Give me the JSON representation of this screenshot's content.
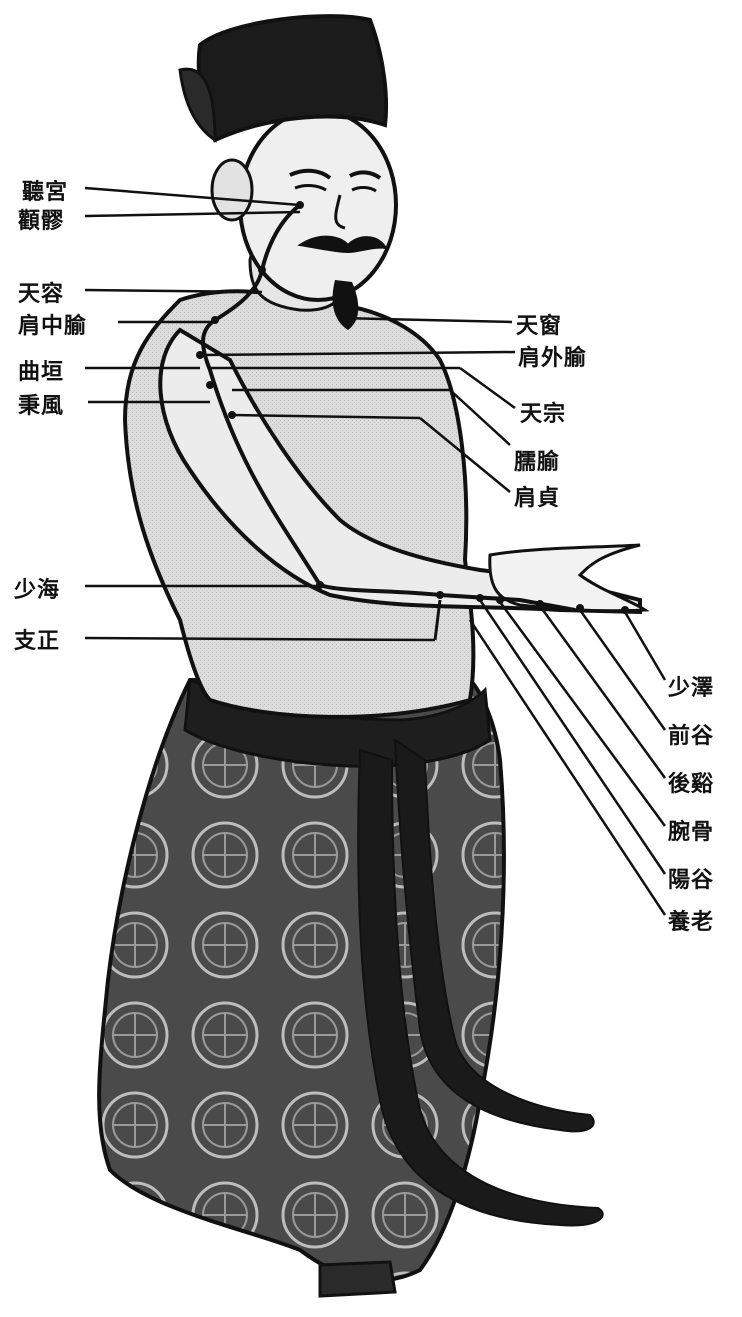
{
  "colors": {
    "ink": "#111111",
    "figure_fill": "#d9d9d9",
    "skin": "#eeeeee",
    "robe_dark": "#3a3a3a",
    "robe_mid": "#5c5c5c",
    "background": "#ffffff"
  },
  "labels": {
    "left": [
      {
        "id": "tinggong",
        "text": "聽宮"
      },
      {
        "id": "quanliao",
        "text": "顴髎"
      },
      {
        "id": "tianrong",
        "text": "天容"
      },
      {
        "id": "jianzhongshu",
        "text": "肩中腧"
      },
      {
        "id": "quyuan",
        "text": "曲垣"
      },
      {
        "id": "bingfeng",
        "text": "秉風"
      },
      {
        "id": "xiaohai",
        "text": "少海"
      },
      {
        "id": "zhizheng",
        "text": "支正"
      }
    ],
    "right": [
      {
        "id": "tianchuang",
        "text": "天窗"
      },
      {
        "id": "jianwaishu",
        "text": "肩外腧"
      },
      {
        "id": "tianzong",
        "text": "天宗"
      },
      {
        "id": "naoshu",
        "text": "臑腧"
      },
      {
        "id": "jianzhen",
        "text": "肩貞"
      },
      {
        "id": "shaoze",
        "text": "少澤"
      },
      {
        "id": "qiangu",
        "text": "前谷"
      },
      {
        "id": "houxi",
        "text": "後谿"
      },
      {
        "id": "wangu",
        "text": "腕骨"
      },
      {
        "id": "yanggu",
        "text": "陽谷"
      },
      {
        "id": "yanglao",
        "text": "養老"
      }
    ]
  }
}
